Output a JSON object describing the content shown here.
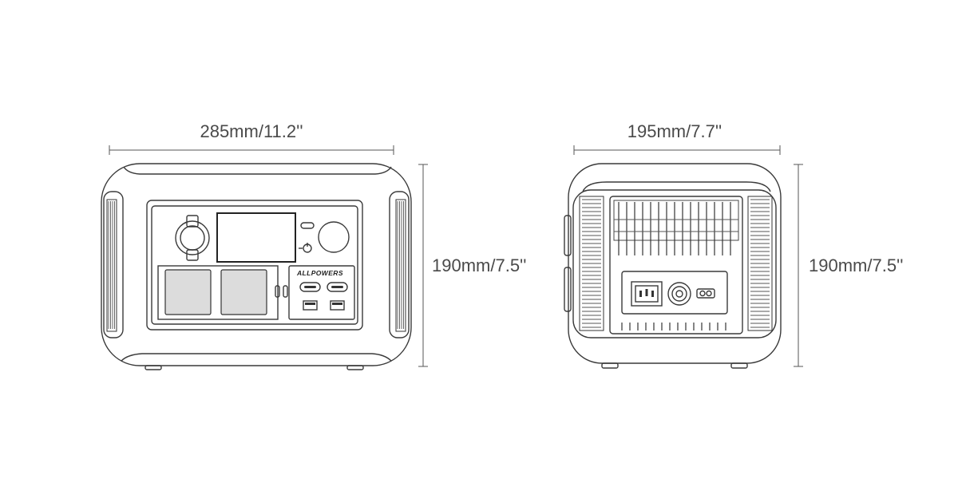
{
  "dimensions": {
    "front_width": "285mm/11.2''",
    "front_height": "190mm/7.5''",
    "side_width": "195mm/7.7''",
    "side_height": "190mm/7.5''"
  },
  "device": {
    "brand": "ALLPOWERS",
    "icons": [
      "power-button-icon",
      "car-socket-icon",
      "usb-c-port-icon",
      "usb-a-port-icon",
      "ac-outlet-icon",
      "ac-input-icon",
      "dc-input-icon",
      "vent-grille-icon"
    ]
  }
}
